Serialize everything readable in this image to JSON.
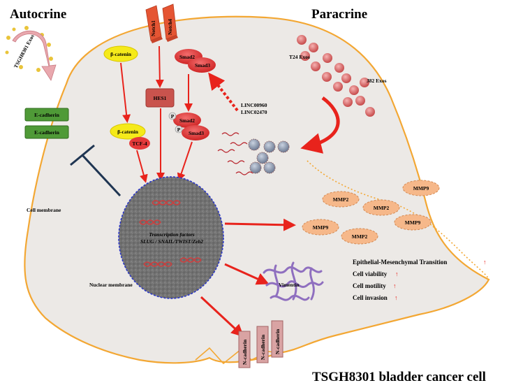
{
  "titles": {
    "autocrine": "Autocrine",
    "paracrine": "Paracrine",
    "cell": "TSGH8301 bladder cancer cell"
  },
  "exosomes": {
    "tsgh": "TSGH8301 Exos",
    "t24": "T24 Exos",
    "j82": "J82 Exos",
    "lincs": [
      "LINC00960",
      "LINC02470"
    ]
  },
  "notch": [
    "Notch1",
    "Notch4"
  ],
  "pathway": {
    "beta_catenin": "β-catenin",
    "beta_catenin_2": "β-catenin",
    "tcf4": "TCF-4",
    "hes1": "HES1",
    "smad2": "Smad2",
    "smad3": "Smad3",
    "psmad2": "Smad2",
    "psmad3": "Smad3",
    "p": "P"
  },
  "ecadherin": [
    "E-cadherin",
    "E-cadherin"
  ],
  "membranes": {
    "cell": "Cell membrane",
    "nuclear": "Nuclear membrane"
  },
  "nucleus": {
    "line1": "Transcription factors",
    "line2": "SLUG / SNAIL/TWIST/Zeb2"
  },
  "mmp": [
    "MMP2",
    "MMP9",
    "MMP2",
    "MMP9",
    "MMP9",
    "MMP2"
  ],
  "vimentin": "Vimentin",
  "ncadherin": [
    "N-cadherin",
    "N-cadherin",
    "N-cadherin"
  ],
  "outcomes": [
    "Epithelial-Mesenchymal Transition",
    "Cell viability",
    "Cell motility",
    "Cell invasion"
  ],
  "up_arrow": "↑",
  "colors": {
    "red_arrow": "#e8231c",
    "cell_fill": "#ece9e6",
    "cell_border": "#f3a733",
    "smad": "#e53a3a",
    "beta_catenin": "#f5ea1a",
    "ecadherin": "#4f9a37",
    "nucleus": "#7a7a7a",
    "mmp": "#f6b88a",
    "vimentin": "#8f6fbf",
    "ncadherin": "#d9a3a3",
    "inhibit": "#1f3552"
  }
}
